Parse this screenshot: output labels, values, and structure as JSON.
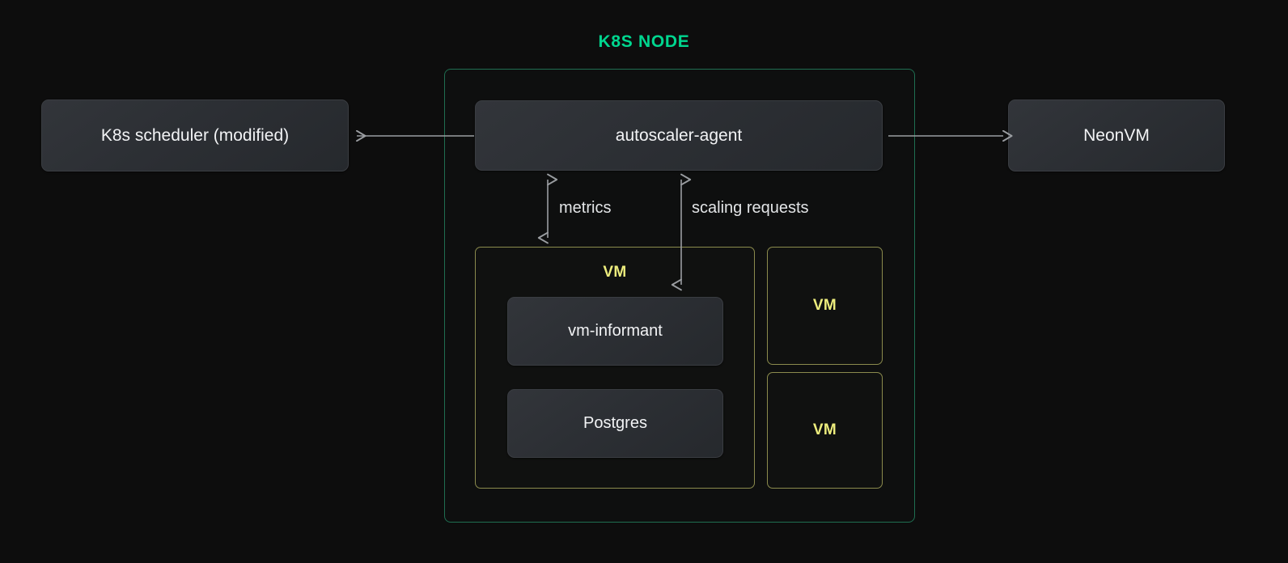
{
  "diagram": {
    "title": "K8S NODE",
    "background_color": "#0d0d0d",
    "accent_green": "#00d68f",
    "node_border_color": "#1f6e51",
    "vm_border_color": "#8b8b4d",
    "vm_label_color": "#eded7d",
    "card_text_color": "#f2f3f5"
  },
  "external": {
    "scheduler": "K8s scheduler (modified)",
    "neonvm": "NeonVM"
  },
  "node": {
    "agent": "autoscaler-agent",
    "vms": [
      {
        "label": "VM",
        "components": [
          {
            "label": "vm-informant"
          },
          {
            "label": "Postgres"
          }
        ]
      },
      {
        "label": "VM",
        "components": []
      },
      {
        "label": "VM",
        "components": []
      }
    ]
  },
  "connectors": [
    {
      "name": "agent-to-scheduler",
      "label": "",
      "direction": "left"
    },
    {
      "name": "agent-to-neonvm",
      "label": "",
      "direction": "right"
    },
    {
      "name": "agent-to-informant-metrics",
      "label": "metrics",
      "direction": "both"
    },
    {
      "name": "agent-to-vm-scaling",
      "label": "scaling requests",
      "direction": "both"
    }
  ],
  "labels": {
    "metrics": "metrics",
    "scaling_requests": "scaling requests"
  }
}
